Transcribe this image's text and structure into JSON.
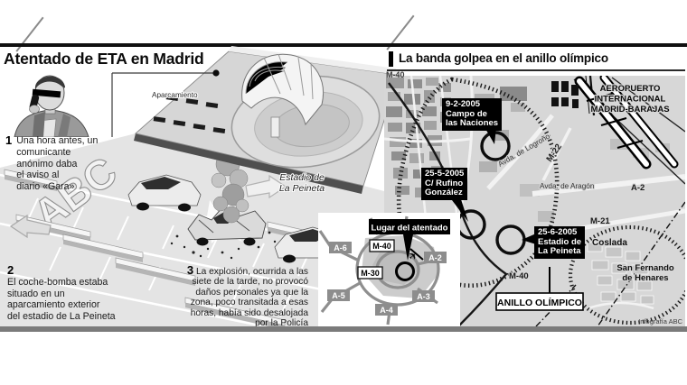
{
  "left_panel": {
    "title": "Atentado de ETA en Madrid",
    "steps": [
      {
        "num": "1",
        "lines": [
          "Una hora antes, un",
          "comunicante",
          "anónimo daba",
          "el aviso al",
          "diario «Gara»"
        ]
      },
      {
        "num": "2",
        "lines": [
          "El coche-bomba estaba",
          "situado en un",
          "aparcamiento exterior",
          "del estadio de La Peineta"
        ]
      },
      {
        "num": "3",
        "lines": [
          "La explosión, ocurrida a las",
          "siete de la tarde, no provocó",
          "daños personales ya que la",
          "zona, poco transitada a esas",
          "horas, había sido desalojada",
          "por la Policía"
        ]
      }
    ],
    "stadium": {
      "parking_label": "Aparcamiento",
      "name_line1": "Estadio de",
      "name_line2": "La Peineta"
    },
    "watermark": "ABC"
  },
  "inset_map": {
    "callout": "Lugar del atentado",
    "a6": "A-6",
    "a5": "A-5",
    "a4": "A-4",
    "a3": "A-3",
    "a2": "A-2",
    "m40": "M-40",
    "m30": "M-30",
    "plane_icon": "✈"
  },
  "map_panel": {
    "header": "La banda golpea en el anillo olímpico",
    "events": [
      {
        "date": "9-2-2005",
        "place1": "Campo de",
        "place2": "las Naciones"
      },
      {
        "date": "25-5-2005",
        "place1": "C/ Rufino",
        "place2": "González"
      },
      {
        "date": "25-6-2005",
        "place1": "Estadio de",
        "place2": "La Peineta"
      }
    ],
    "airport1": "AEROPUERTO",
    "airport2": "INTERNACIONAL",
    "airport3": "MADRID-BARAJAS",
    "roads": {
      "m40_top": "M-40",
      "m40_mid": "M-40",
      "m22": "M-22",
      "m21": "M-21",
      "a2": "A-2",
      "avda_logrono": "Avda. de Logroño",
      "avda_aragon": "Avda. de Aragón"
    },
    "places": {
      "coslada": "Coslada",
      "san_fernando1": "San Fernando",
      "san_fernando2": "de Henares"
    },
    "ring_label": "ANILLO OLÍMPICO",
    "credit": "Infografía ABC"
  }
}
